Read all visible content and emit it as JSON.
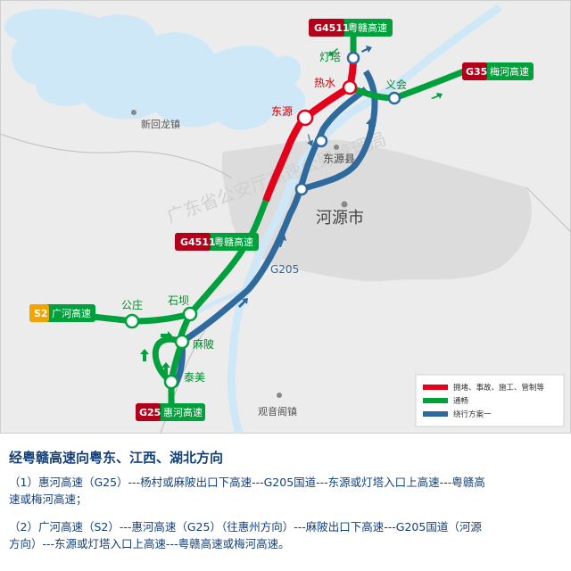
{
  "map": {
    "colors": {
      "red": "#e3001b",
      "green": "#00a03c",
      "blue": "#2f6a9e",
      "water": "#cfe8f7",
      "land": "#ececec",
      "city_area": "#dcdcdc"
    },
    "shields": {
      "g4511_top": {
        "code": "G4511",
        "name": "粤赣高速"
      },
      "g35": {
        "code": "G35",
        "name": "梅河高速"
      },
      "g4511_mid": {
        "code": "G4511",
        "name": "粤赣高速"
      },
      "s2": {
        "code": "S2",
        "name": "广河高速"
      },
      "g25": {
        "code": "G25",
        "name": "惠河高速"
      }
    },
    "labels": {
      "dengta": "灯塔",
      "reshui": "热水",
      "yihui": "义会",
      "dongyuan": "东源",
      "dongyuan_county": "东源县",
      "heyuan_city": "河源市",
      "xinhuilong": "新回龙镇",
      "g205": "G205",
      "gongzhuang": "公庄",
      "shiba": "石坝",
      "maling": "麻陂",
      "taimei": "泰美",
      "guanyinge": "观音阁镇",
      "watermark": "广东省公安厅高速公路管理局"
    },
    "legend": [
      {
        "label": "拥堵、事故、施工、管制等",
        "color": "#e3001b"
      },
      {
        "label": "通畅",
        "color": "#00a03c"
      },
      {
        "label": "绕行方案一",
        "color": "#2f6a9e"
      }
    ]
  },
  "caption": {
    "title": "经粤赣高速向粤东、江西、湖北方向",
    "route1_line1": "（1）惠河高速（G25）---杨村或麻陂出口下高速---G205国道---东源或灯塔入口上高速---粤赣高",
    "route1_line2": "速或梅河高速；",
    "route2_line1": "（2）广河高速（S2）---惠河高速（G25）（往惠州方向）---麻陂出口下高速---G205国道（河源",
    "route2_line2": "方向）---东源或灯塔入口上高速---粤赣高速或梅河高速。"
  }
}
